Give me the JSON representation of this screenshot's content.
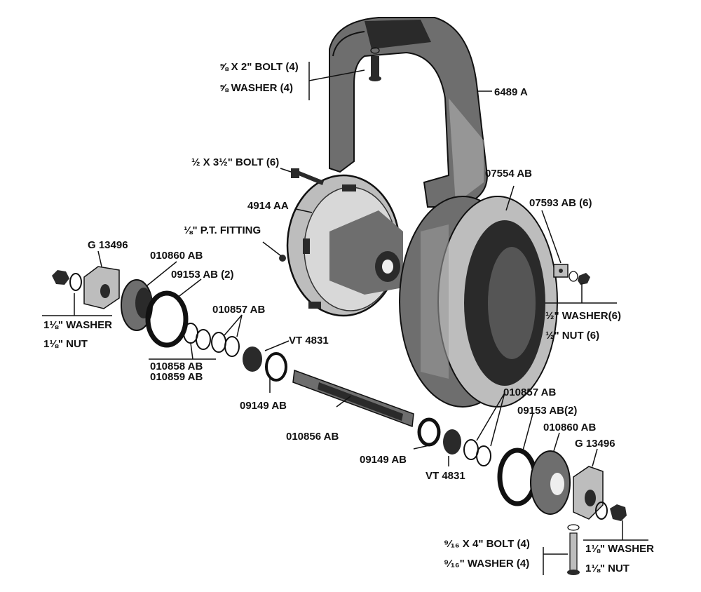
{
  "labels": {
    "bolt_5_8": "⅝ X 2\" BOLT (4)",
    "washer_5_8": "⅝ WASHER (4)",
    "fork": "6489 A",
    "bolt_1_2": "½ X 3½\" BOLT (6)",
    "drum_tire": "07554 AB",
    "hub_plate": "4914 AA",
    "pt_fitting": "⅛\" P.T. FITTING",
    "clamp_6": "07593 AB (6)",
    "block_left": "G 13496",
    "cap_left": "010860 AB",
    "seal_left": "09153 AB (2)",
    "washer_left": "1⅛\" WASHER",
    "nut_left": "1⅛\" NUT",
    "spacer_left": "010857 AB",
    "bearing_left": "VT 4831",
    "washer_half": "½\" WASHER(6)",
    "nut_half": "½\" NUT (6)",
    "rings_a": "010858 AB",
    "rings_b": "010859 AB",
    "cup_left": "09149 AB",
    "axle": "010856 AB",
    "spacer_right": "010857 AB",
    "seal_right": "09153 AB(2)",
    "cap_right": "010860 AB",
    "block_right": "G 13496",
    "cup_right": "09149 AB",
    "bearing_right": "VT 4831",
    "bolt_9_16": "⁹⁄₁₆ X 4\" BOLT (4)",
    "washer_9_16": "⁹⁄₁₆\" WASHER (4)",
    "washer_right": "1⅛\" WASHER",
    "nut_right": "1⅛\" NUT"
  }
}
